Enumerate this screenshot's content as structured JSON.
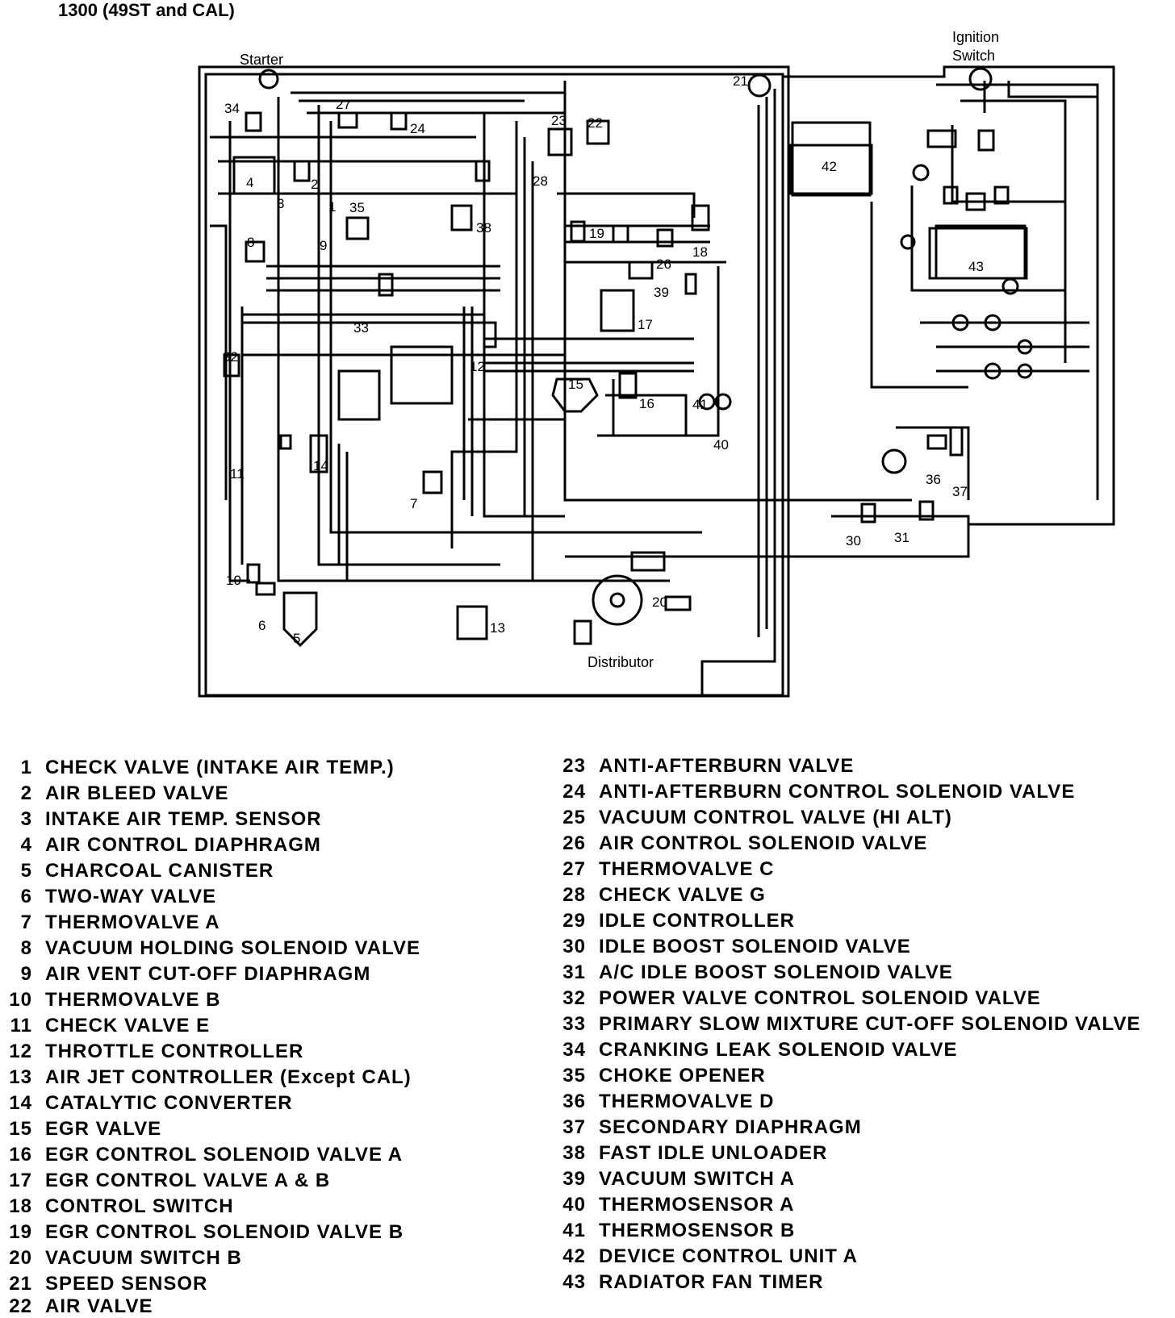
{
  "title": "1300 (49ST and CAL)",
  "diagram_labels": {
    "starter": "Starter",
    "ignition_1": "Ignition",
    "ignition_2": "Switch",
    "distributor": "Distributor",
    "components": [
      {
        "id": "n1",
        "text": "1"
      },
      {
        "id": "n2",
        "text": "2"
      },
      {
        "id": "n3",
        "text": "3"
      },
      {
        "id": "n4",
        "text": "4"
      },
      {
        "id": "n5",
        "text": "5"
      },
      {
        "id": "n6",
        "text": "6"
      },
      {
        "id": "n7",
        "text": "7"
      },
      {
        "id": "n8",
        "text": "8"
      },
      {
        "id": "n9",
        "text": "9"
      },
      {
        "id": "n10",
        "text": "10"
      },
      {
        "id": "n11",
        "text": "11"
      },
      {
        "id": "n12",
        "text": "12"
      },
      {
        "id": "n13",
        "text": "13"
      },
      {
        "id": "n14",
        "text": "14"
      },
      {
        "id": "n15",
        "text": "15"
      },
      {
        "id": "n16",
        "text": "16"
      },
      {
        "id": "n17",
        "text": "17"
      },
      {
        "id": "n18",
        "text": "18"
      },
      {
        "id": "n19",
        "text": "19"
      },
      {
        "id": "n20",
        "text": "20"
      },
      {
        "id": "n21",
        "text": "21"
      },
      {
        "id": "n22",
        "text": "22"
      },
      {
        "id": "n23",
        "text": "23"
      },
      {
        "id": "n24",
        "text": "24"
      },
      {
        "id": "n26",
        "text": "26"
      },
      {
        "id": "n27",
        "text": "27"
      },
      {
        "id": "n28",
        "text": "28"
      },
      {
        "id": "n30",
        "text": "30"
      },
      {
        "id": "n31",
        "text": "31"
      },
      {
        "id": "n32",
        "text": "32"
      },
      {
        "id": "n33",
        "text": "33"
      },
      {
        "id": "n34",
        "text": "34"
      },
      {
        "id": "n35",
        "text": "35"
      },
      {
        "id": "n36",
        "text": "36"
      },
      {
        "id": "n37",
        "text": "37"
      },
      {
        "id": "n38",
        "text": "38"
      },
      {
        "id": "n39",
        "text": "39"
      },
      {
        "id": "n40",
        "text": "40"
      },
      {
        "id": "n41",
        "text": "41"
      },
      {
        "id": "n42",
        "text": "42"
      },
      {
        "id": "n43",
        "text": "43"
      }
    ]
  },
  "legend_left": [
    {
      "num": "1",
      "label": "CHECK VALVE (INTAKE AIR TEMP.)"
    },
    {
      "num": "2",
      "label": "AIR BLEED VALVE"
    },
    {
      "num": "3",
      "label": "INTAKE AIR TEMP. SENSOR"
    },
    {
      "num": "4",
      "label": "AIR CONTROL DIAPHRAGM"
    },
    {
      "num": "5",
      "label": "CHARCOAL CANISTER"
    },
    {
      "num": "6",
      "label": "TWO-WAY VALVE"
    },
    {
      "num": "7",
      "label": "THERMOVALVE A"
    },
    {
      "num": "8",
      "label": "VACUUM HOLDING SOLENOID VALVE"
    },
    {
      "num": "9",
      "label": "AIR VENT CUT-OFF DIAPHRAGM"
    },
    {
      "num": "10",
      "label": "THERMOVALVE B"
    },
    {
      "num": "11",
      "label": "CHECK VALVE E"
    },
    {
      "num": "12",
      "label": "THROTTLE CONTROLLER"
    },
    {
      "num": "13",
      "label": "AIR JET CONTROLLER (Except CAL)"
    },
    {
      "num": "14",
      "label": "CATALYTIC CONVERTER"
    },
    {
      "num": "15",
      "label": "EGR VALVE"
    },
    {
      "num": "16",
      "label": "EGR CONTROL SOLENOID VALVE A"
    },
    {
      "num": "17",
      "label": "EGR CONTROL VALVE A & B"
    },
    {
      "num": "18",
      "label": "CONTROL SWITCH"
    },
    {
      "num": "19",
      "label": "EGR CONTROL SOLENOID VALVE B"
    },
    {
      "num": "20",
      "label": "VACUUM SWITCH B"
    },
    {
      "num": "21",
      "label": "SPEED SENSOR"
    },
    {
      "num": "22",
      "label": "AIR VALVE"
    }
  ],
  "legend_right": [
    {
      "num": "23",
      "label": "ANTI-AFTERBURN VALVE"
    },
    {
      "num": "24",
      "label": "ANTI-AFTERBURN CONTROL SOLENOID VALVE"
    },
    {
      "num": "25",
      "label": "VACUUM CONTROL VALVE (HI ALT)"
    },
    {
      "num": "26",
      "label": "AIR CONTROL SOLENOID VALVE"
    },
    {
      "num": "27",
      "label": "THERMOVALVE C"
    },
    {
      "num": "28",
      "label": "CHECK VALVE G"
    },
    {
      "num": "29",
      "label": "IDLE CONTROLLER"
    },
    {
      "num": "30",
      "label": "IDLE BOOST SOLENOID VALVE"
    },
    {
      "num": "31",
      "label": "A/C IDLE BOOST SOLENOID VALVE"
    },
    {
      "num": "32",
      "label": "POWER VALVE CONTROL SOLENOID VALVE"
    },
    {
      "num": "33",
      "label": "PRIMARY SLOW MIXTURE CUT-OFF SOLENOID VALVE"
    },
    {
      "num": "34",
      "label": "CRANKING LEAK SOLENOID VALVE"
    },
    {
      "num": "35",
      "label": "CHOKE OPENER"
    },
    {
      "num": "36",
      "label": "THERMOVALVE D"
    },
    {
      "num": "37",
      "label": "SECONDARY DIAPHRAGM"
    },
    {
      "num": "38",
      "label": "FAST IDLE UNLOADER"
    },
    {
      "num": "39",
      "label": "VACUUM SWITCH A"
    },
    {
      "num": "40",
      "label": "THERMOSENSOR A"
    },
    {
      "num": "41",
      "label": "THERMOSENSOR B"
    },
    {
      "num": "42",
      "label": "DEVICE CONTROL UNIT A"
    },
    {
      "num": "43",
      "label": "RADIATOR FAN TIMER"
    }
  ]
}
